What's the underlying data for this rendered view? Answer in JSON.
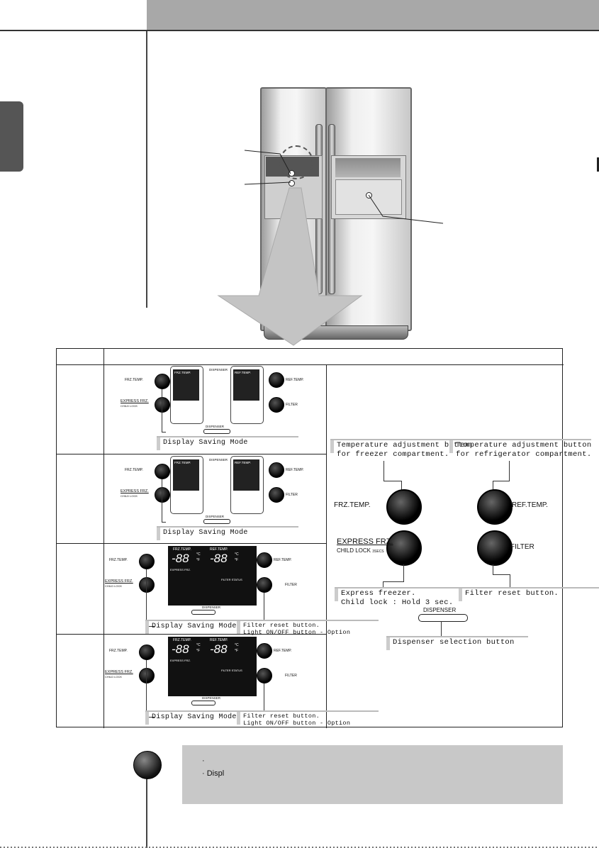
{
  "table": {
    "rows": [
      {
        "display_saving_label": "Display Saving Mode"
      },
      {
        "display_saving_label": "Display Saving Mode"
      },
      {
        "display_saving_label": "Display Saving Mode",
        "filter_note_1": "Filter reset button.",
        "filter_note_2": "Light ON/OFF button - Option"
      },
      {
        "display_saving_label": "Display Saving Mode",
        "filter_note_1": "Filter reset button.",
        "filter_note_2": "Light ON/OFF button - Option"
      }
    ],
    "panel_labels": {
      "frz_temp": "FRZ.TEMP.",
      "ref_temp": "REF.TEMP.",
      "express_frz": "EXPRESS FRZ.",
      "child_lock": "CHILD LOCK",
      "child_lock_suffix": "3SECS",
      "filter": "FILTER",
      "dispenser": "DISPENSER",
      "lcd_digits": "-88",
      "lcd_unit_c": "°C",
      "lcd_unit_f": "°F",
      "filter_status": "FILTER STATUS"
    }
  },
  "legend": {
    "frz_callout_1": "Temperature adjustment button",
    "frz_callout_2": "for freezer compartment.",
    "ref_callout_1": "Temperature adjustment button",
    "ref_callout_2": "for refrigerator compartment.",
    "frz_label": "FRZ.TEMP.",
    "ref_label": "REF.TEMP.",
    "express_label": "EXPRESS FRZ.",
    "child_lock_label": "CHILD LOCK",
    "child_lock_suffix": "3SECS",
    "filter_label": "FILTER",
    "express_note_1": "Express freezer.",
    "express_note_2": "Child lock : Hold 3 sec.",
    "filter_note": "Filter reset button.",
    "dispenser_label": "DISPENSER",
    "dispenser_note": "Dispenser selection button"
  },
  "note": {
    "line1": "·",
    "line2": "· Displ"
  },
  "colors": {
    "header": "#a8a8a8",
    "note_box": "#c8c8c8",
    "button": "#000000"
  }
}
